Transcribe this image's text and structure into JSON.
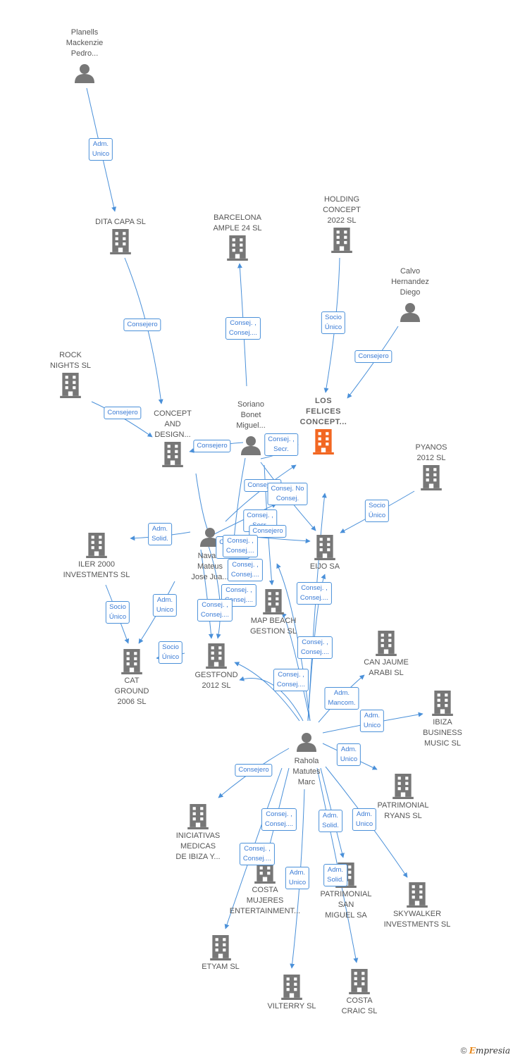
{
  "colors": {
    "edge": "#4a90d9",
    "icon": "#777777",
    "focus": "#f26722"
  },
  "nodes": [
    {
      "id": "planells",
      "type": "person",
      "label": "Planells\nMackenzie\nPedro..."
    },
    {
      "id": "dita",
      "type": "company",
      "label": "DITA CAPA SL"
    },
    {
      "id": "barcelona",
      "type": "company",
      "label": "BARCELONA\nAMPLE 24 SL"
    },
    {
      "id": "holding",
      "type": "company",
      "label": "HOLDING\nCONCEPT\n2022  SL"
    },
    {
      "id": "calvo",
      "type": "person",
      "label": "Calvo\nHernandez\nDiego"
    },
    {
      "id": "rock",
      "type": "company",
      "label": "ROCK\nNIGHTS  SL"
    },
    {
      "id": "concept",
      "type": "company",
      "label": "CONCEPT\nAND\nDESIGN..."
    },
    {
      "id": "soriano",
      "type": "person",
      "label": "Soriano\nBonet\nMiguel..."
    },
    {
      "id": "losfelices",
      "type": "focus",
      "label": "LOS\nFELICES\nCONCEPT..."
    },
    {
      "id": "pyanos",
      "type": "company",
      "label": "PYANOS\n2012 SL"
    },
    {
      "id": "iler",
      "type": "company",
      "label": "ILER 2000\nINVESTMENTS SL"
    },
    {
      "id": "navarro",
      "type": "person",
      "label": "Nava...\nMateus\nJose Jua..."
    },
    {
      "id": "eijo",
      "type": "company",
      "label": "EIJO SA"
    },
    {
      "id": "mapbeach",
      "type": "company",
      "label": "MAP BEACH\nGESTION SL"
    },
    {
      "id": "cat",
      "type": "company",
      "label": "CAT\nGROUND\n2006 SL"
    },
    {
      "id": "gestfond",
      "type": "company",
      "label": "GESTFOND\n2012  SL"
    },
    {
      "id": "canjaume",
      "type": "company",
      "label": "CAN JAUME\nARABI SL"
    },
    {
      "id": "ibiza",
      "type": "company",
      "label": "IBIZA\nBUSINESS\nMUSIC SL"
    },
    {
      "id": "rahola",
      "type": "person",
      "label": "Rahola\nMatutes\nMarc"
    },
    {
      "id": "patrimonialr",
      "type": "company",
      "label": "PATRIMONIAL\nRYANS SL"
    },
    {
      "id": "iniciativas",
      "type": "company",
      "label": "INICIATIVAS\nMEDICAS\nDE IBIZA Y..."
    },
    {
      "id": "costam",
      "type": "company",
      "label": "COSTA\nMUJERES\nENTERTAINMENT..."
    },
    {
      "id": "patrimonials",
      "type": "company",
      "label": "PATRIMONIAL\nSAN\nMIGUEL SA"
    },
    {
      "id": "skywalker",
      "type": "company",
      "label": "SKYWALKER\nINVESTMENTS SL"
    },
    {
      "id": "etyam",
      "type": "company",
      "label": "ETYAM SL"
    },
    {
      "id": "vilterry",
      "type": "company",
      "label": "VILTERRY SL"
    },
    {
      "id": "costac",
      "type": "company",
      "label": "COSTA\nCRAIC SL"
    }
  ],
  "edge_labels": [
    {
      "id": "e1",
      "text": "Adm.\nUnico"
    },
    {
      "id": "e2",
      "text": "Consejero"
    },
    {
      "id": "e3",
      "text": "Consej. ,\nConsej...."
    },
    {
      "id": "e4",
      "text": "Socio\nÚnico"
    },
    {
      "id": "e5",
      "text": "Consejero"
    },
    {
      "id": "e6",
      "text": "Consejero"
    },
    {
      "id": "e7",
      "text": "Consejero"
    },
    {
      "id": "e8",
      "text": "Consej. ,\nSecr."
    },
    {
      "id": "e9",
      "text": "Socio\nÚnico"
    },
    {
      "id": "e10",
      "text": "Consejero"
    },
    {
      "id": "e11",
      "text": "Consej.  No\nConsej."
    },
    {
      "id": "e12",
      "text": "Adm.\nSolid."
    },
    {
      "id": "e13",
      "text": "Consej. ,\nSecr."
    },
    {
      "id": "e14",
      "text": "Consejero"
    },
    {
      "id": "e15",
      "text": "Consej. ,\nSecr."
    },
    {
      "id": "e16",
      "text": "Consej. ,\nConsej...."
    },
    {
      "id": "e17",
      "text": "Socio\nÚnico"
    },
    {
      "id": "e18",
      "text": "Adm.\nUnico"
    },
    {
      "id": "e19",
      "text": "Consej. ,\nConsej...."
    },
    {
      "id": "e20",
      "text": "Consej. ,\nConsej...."
    },
    {
      "id": "e21",
      "text": "Consej. ,\nConsej...."
    },
    {
      "id": "e22",
      "text": "Socio\nÚnico"
    },
    {
      "id": "e23",
      "text": "Consej. ,\nConsej...."
    },
    {
      "id": "e24",
      "text": "Consej. ,\nConsej...."
    },
    {
      "id": "e25",
      "text": "Consej. ,\nConsej...."
    },
    {
      "id": "e26",
      "text": "Adm.\nMancom."
    },
    {
      "id": "e27",
      "text": "Adm.\nUnico"
    },
    {
      "id": "e28",
      "text": "Adm.\nUnico"
    },
    {
      "id": "e29",
      "text": "Consejero"
    },
    {
      "id": "e30",
      "text": "Consej. ,\nConsej...."
    },
    {
      "id": "e31",
      "text": "Adm.\nSolid."
    },
    {
      "id": "e32",
      "text": "Adm.\nUnico"
    },
    {
      "id": "e33",
      "text": "Consej. ,\nConsej...."
    },
    {
      "id": "e34",
      "text": "Adm.\nUnico"
    },
    {
      "id": "e35",
      "text": "Adm.\nSolid."
    }
  ],
  "footer": {
    "copyright": "©",
    "brand_initial": "E",
    "brand_rest": "mpresia"
  }
}
